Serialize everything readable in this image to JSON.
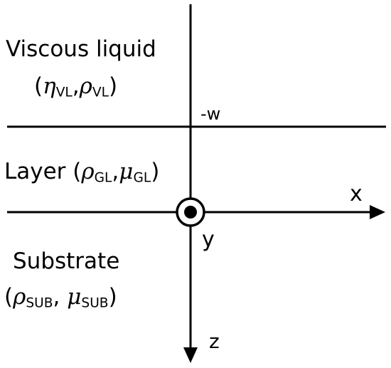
{
  "regions": {
    "viscous_liquid": {
      "name": "Viscous liquid",
      "param1_symbol": "η",
      "param1_sub": "VL",
      "separator": ",",
      "param2_symbol": "ρ",
      "param2_sub": "VL",
      "open": "(",
      "close": ")"
    },
    "layer": {
      "name": "Layer",
      "open": "(",
      "param1_symbol": "ρ",
      "param1_sub": "GL",
      "separator": ",",
      "param2_symbol": "μ",
      "param2_sub": "GL",
      "close": ")"
    },
    "substrate": {
      "name": "Substrate",
      "open": "(",
      "param1_symbol": "ρ",
      "param1_sub": "SUB",
      "separator": ", ",
      "param2_symbol": "μ",
      "param2_sub": "SUB",
      "close": ")"
    }
  },
  "axes": {
    "interface_label": "-w",
    "x_label": "x",
    "y_label": "y",
    "z_label": "z"
  },
  "colors": {
    "stroke": "#000000",
    "text": "#000000",
    "background": "#ffffff"
  }
}
